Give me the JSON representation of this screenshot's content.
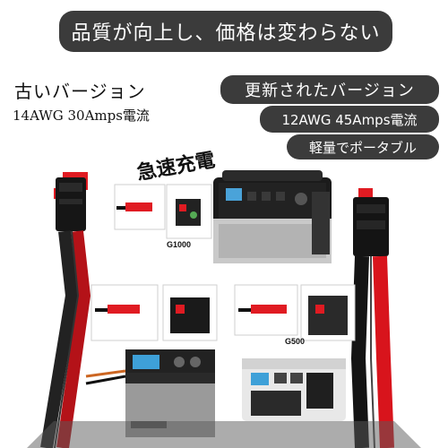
{
  "banner": {
    "text": "品質が向上し、価格は変わらない"
  },
  "old": {
    "version": "古いバージョン",
    "spec": "14AWG 30Amps電流"
  },
  "new": {
    "version": "更新されたバージョン",
    "spec": "12AWG  45Amps電流",
    "feature": "軽量でポータブル"
  },
  "callout": {
    "fast_charge": "急速充電"
  },
  "models": {
    "large": "G1000",
    "small": "G500"
  },
  "colors": {
    "banner_bg": "#3b3b3b",
    "cable_red": "#d8141c",
    "cable_black": "#1a1a1a",
    "connector_red": "#e01b22"
  }
}
